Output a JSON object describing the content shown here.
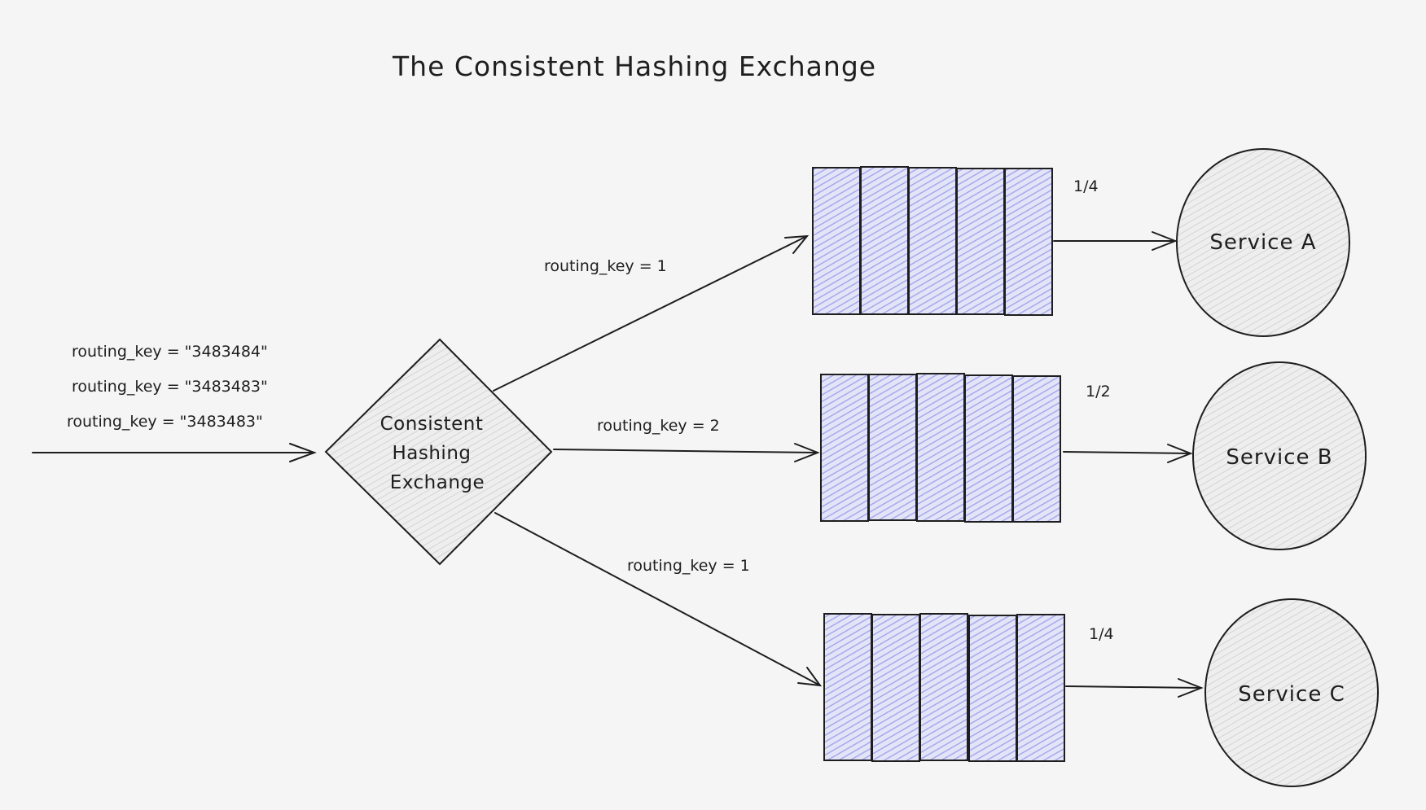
{
  "title": "The Consistent Hashing Exchange",
  "colors": {
    "background": "#f5f5f5",
    "queue_fill": "#b7b9ee",
    "node_fill": "#e6e6e6",
    "stroke": "#1e1e1e"
  },
  "incoming_keys": [
    "routing_key = \"3483484\"",
    "routing_key = \"3483483\"",
    "routing_key = \"3483483\""
  ],
  "exchange": {
    "lines": [
      "Consistent",
      "Hashing",
      "Exchange"
    ]
  },
  "routes": [
    {
      "binding_label": "routing_key = 1",
      "ratio": "1/4",
      "service": "Service A",
      "queue_cells": 5
    },
    {
      "binding_label": "routing_key = 2",
      "ratio": "1/2",
      "service": "Service B",
      "queue_cells": 5
    },
    {
      "binding_label": "routing_key = 1",
      "ratio": "1/4",
      "service": "Service C",
      "queue_cells": 5
    }
  ]
}
